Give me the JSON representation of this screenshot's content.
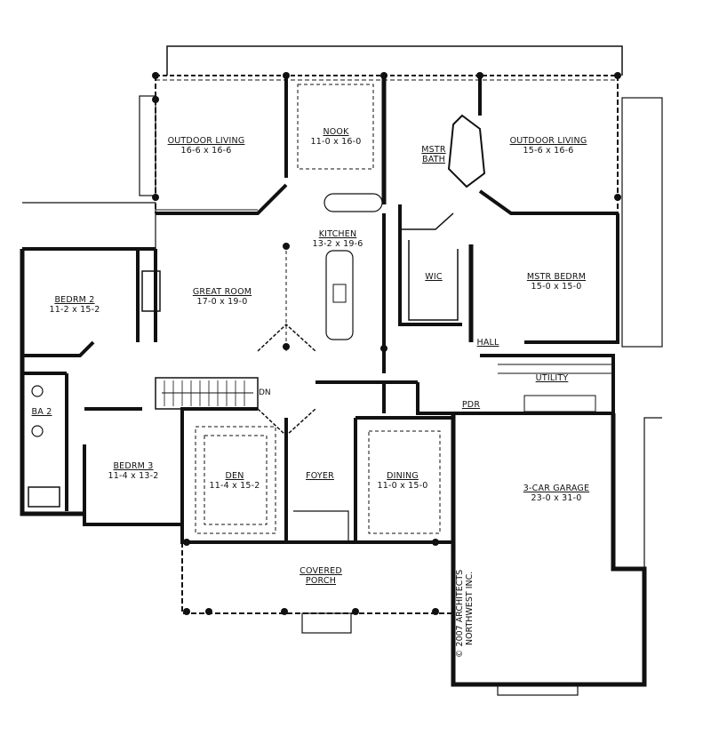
{
  "rooms": [
    {
      "name": "OUTDOOR LIVING",
      "dims": "16-6 x 16-6"
    },
    {
      "name": "NOOK",
      "dims": "11-0 x 16-0"
    },
    {
      "name": "MSTR",
      "dims": "BATH"
    },
    {
      "name": "OUTDOOR LIVING",
      "dims": "15-6 x 16-6"
    },
    {
      "name": "KITCHEN",
      "dims": "13-2 x 19-6"
    },
    {
      "name": "GREAT ROOM",
      "dims": "17-0 x 19-0"
    },
    {
      "name": "WIC",
      "dims": ""
    },
    {
      "name": "MSTR BEDRM",
      "dims": "15-0 x 15-0"
    },
    {
      "name": "BEDRM 2",
      "dims": "11-2 x 15-2"
    },
    {
      "name": "HALL",
      "dims": ""
    },
    {
      "name": "UTILITY",
      "dims": ""
    },
    {
      "name": "PDR",
      "dims": ""
    },
    {
      "name": "BA 2",
      "dims": ""
    },
    {
      "name": "BEDRM 3",
      "dims": "11-4 x 13-2"
    },
    {
      "name": "DEN",
      "dims": "11-4 x 15-2"
    },
    {
      "name": "FOYER",
      "dims": ""
    },
    {
      "name": "DINING",
      "dims": "11-0 x 15-0"
    },
    {
      "name": "3-CAR GARAGE",
      "dims": "23-0 x 31-0"
    },
    {
      "name": "COVERED",
      "dims": "PORCH"
    }
  ],
  "stair_label": "DN",
  "copyright": {
    "line1": "© 2007 ARCHITECTS",
    "line2": "NORTHWEST INC."
  }
}
